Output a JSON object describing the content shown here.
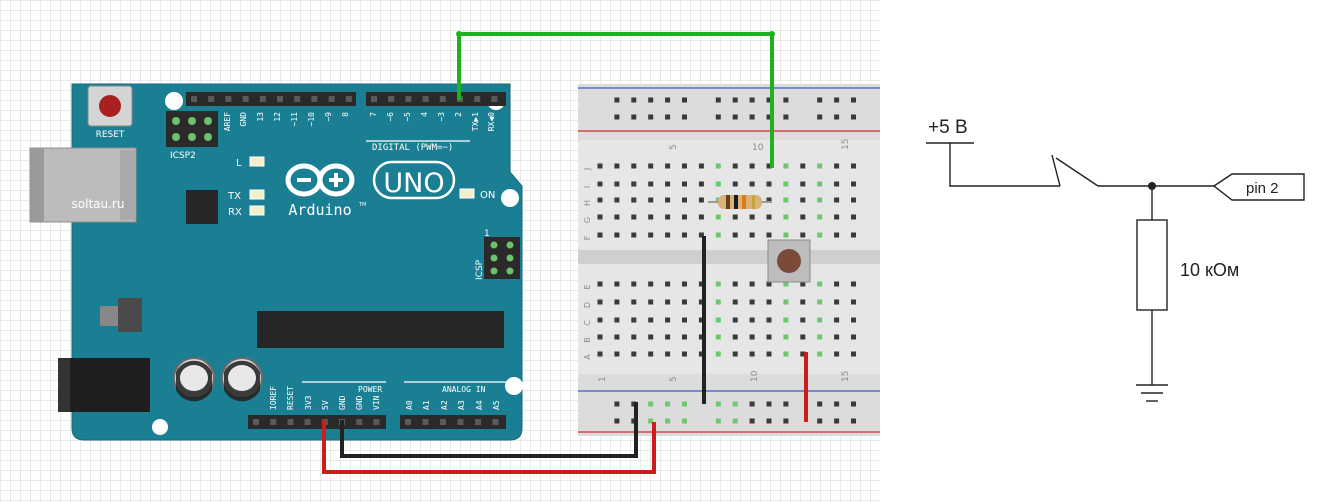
{
  "arduino": {
    "reset_label": "RESET",
    "icsp2_label": "ICSP2",
    "icsp_label": "ICSP",
    "led_l_label": "L",
    "led_tx_label": "TX",
    "led_rx_label": "RX",
    "led_on_label": "ON",
    "brand_label": "Arduino",
    "model_label": "UNO",
    "tm_label": "TM",
    "usb_label": "soltau.ru",
    "digital_header_label": "DIGITAL (PWM=~)",
    "power_header_label": "POWER",
    "analog_header_label": "ANALOG IN",
    "icsp_pin_one": "1",
    "top_pins": [
      "AREF",
      "GND",
      "13",
      "12",
      "~11",
      "~10",
      "~9",
      "8",
      "7",
      "~6",
      "~5",
      "4",
      "~3",
      "2",
      "TX▶1",
      "RX◀0"
    ],
    "power_pins": [
      "IOREF",
      "RESET",
      "3V3",
      "5V",
      "GND",
      "GND",
      "VIN"
    ],
    "analog_pins": [
      "A0",
      "A1",
      "A2",
      "A3",
      "A4",
      "A5"
    ]
  },
  "breadboard": {
    "row_labels": [
      "J",
      "I",
      "H",
      "G",
      "F",
      "E",
      "D",
      "C",
      "B",
      "A"
    ],
    "col_numbers_top": [
      "5",
      "10",
      "15"
    ],
    "col_numbers_bottom": [
      "1",
      "5",
      "10",
      "15"
    ]
  },
  "schematic": {
    "supply_label": "+5 В",
    "output_label": "pin 2",
    "resistor_label": "10 кОм"
  },
  "colors": {
    "board": "#1b7f94",
    "wire_green": "#20b020",
    "wire_black": "#222222",
    "wire_red": "#cc1c1c"
  }
}
